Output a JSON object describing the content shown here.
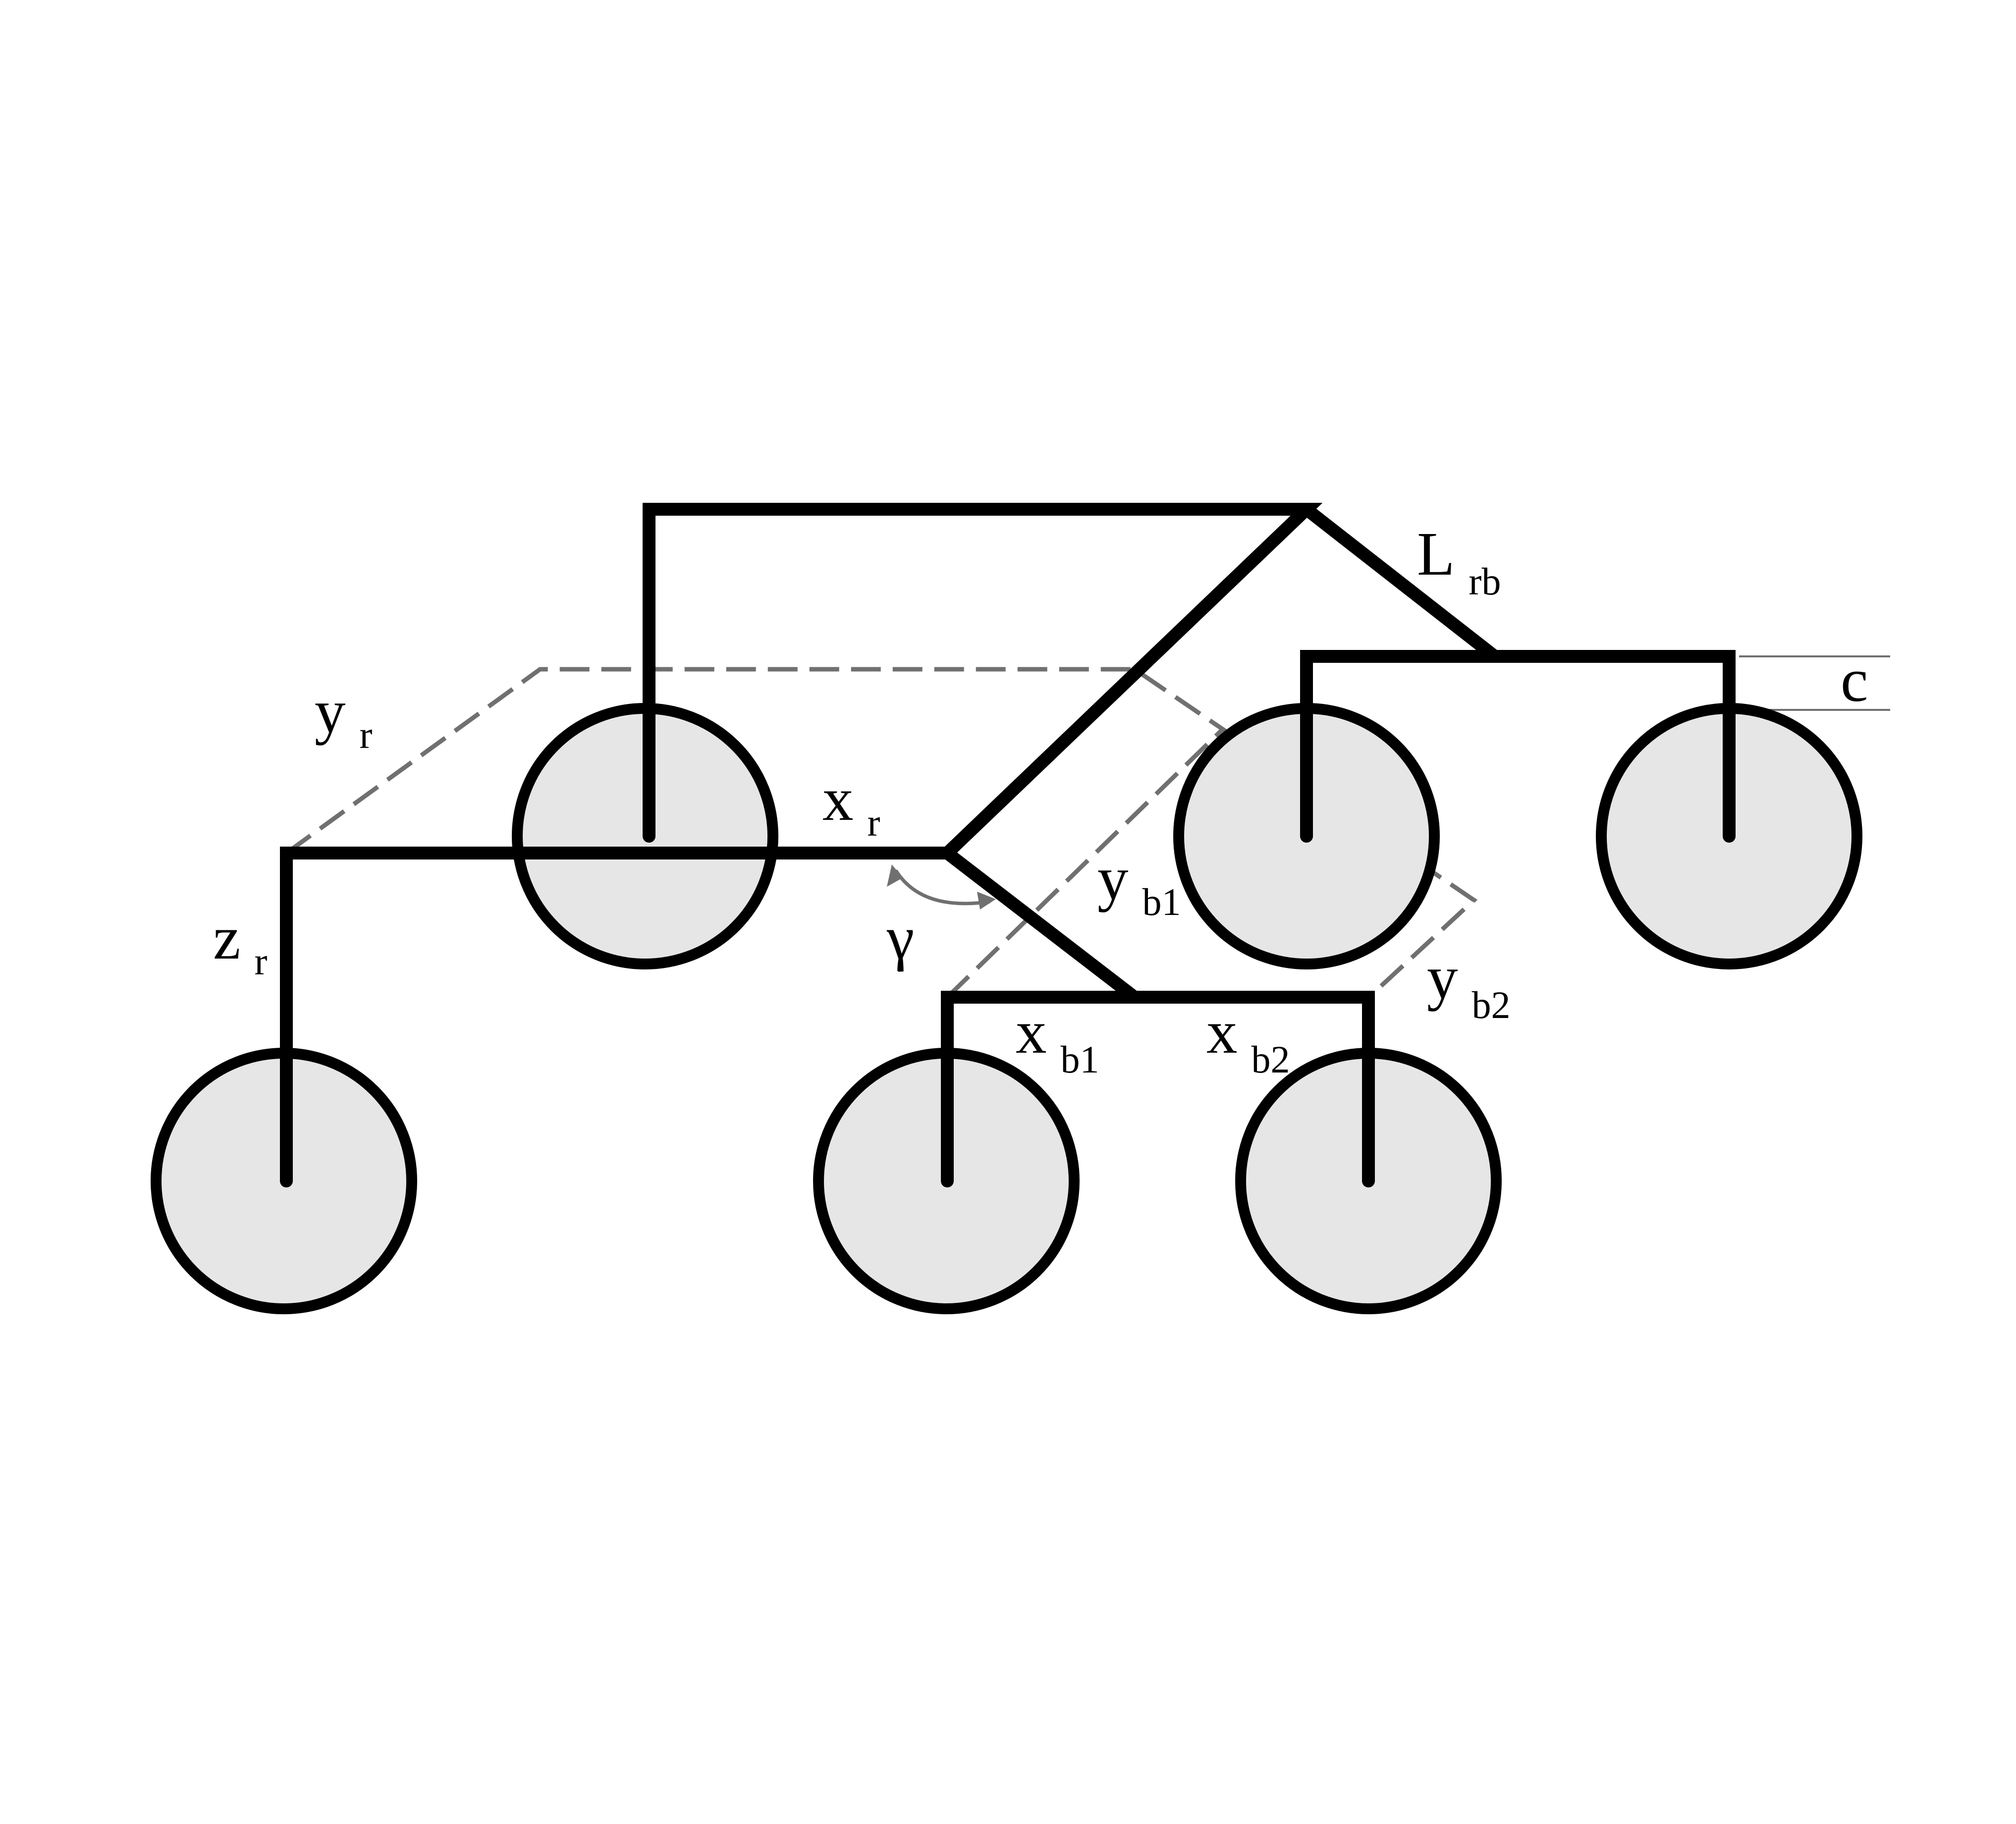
{
  "diagram": {
    "labels": {
      "yr": {
        "base": "y",
        "sub": "r"
      },
      "xr": {
        "base": "x",
        "sub": "r"
      },
      "zr": {
        "base": "z",
        "sub": "r"
      },
      "gamma": "γ",
      "Lrb": {
        "base": "L",
        "sub": "rb"
      },
      "c": "c",
      "yb1": {
        "base": "y",
        "sub": "b1"
      },
      "yb2": {
        "base": "y",
        "sub": "b2"
      },
      "xb1": {
        "base": "x",
        "sub": "b1"
      },
      "xb2": {
        "base": "x",
        "sub": "b2"
      }
    },
    "colors": {
      "wheel_fill": "#e6e6e6",
      "frame": "#000000",
      "dashed": "#707070"
    }
  }
}
